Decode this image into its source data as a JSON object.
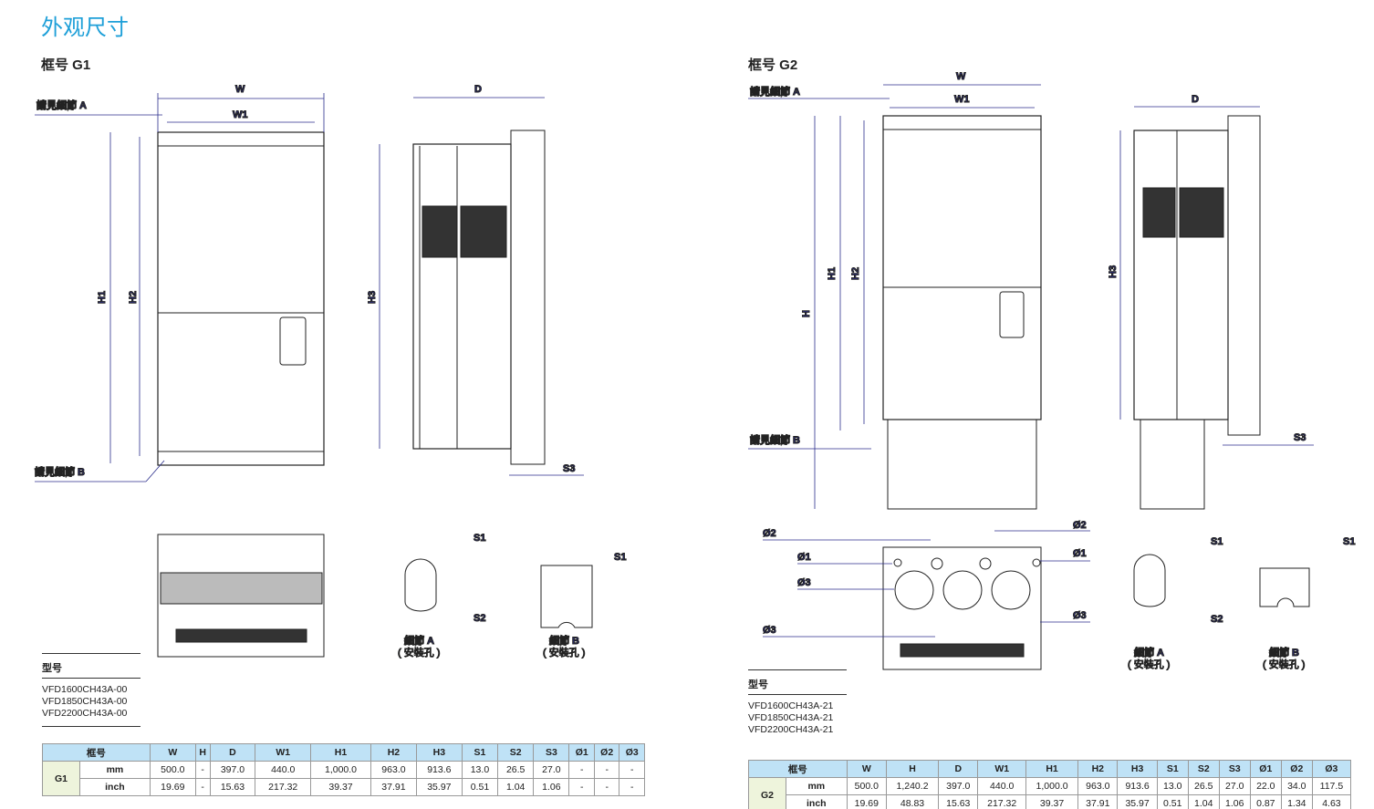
{
  "page_title": "外观尺寸",
  "g1": {
    "frame_title": "框号 G1",
    "labels": {
      "W": "W",
      "W1": "W1",
      "D": "D",
      "H1": "H1",
      "H2": "H2",
      "H3": "H3",
      "S1": "S1",
      "S2": "S2",
      "S3": "S3",
      "detailA_ref": "請見細節 A",
      "detailB_ref": "請見細節 B",
      "detailA": "細節 A",
      "detailA_sub": "( 安裝孔 )",
      "detailB": "細節 B",
      "detailB_sub": "( 安裝孔 )"
    },
    "model_header": "型号",
    "models": [
      "VFD1600CH43A-00",
      "VFD1850CH43A-00",
      "VFD2200CH43A-00"
    ],
    "table": {
      "headers": [
        "框号",
        "W",
        "H",
        "D",
        "W1",
        "H1",
        "H2",
        "H3",
        "S1",
        "S2",
        "S3",
        "Ø1",
        "Ø2",
        "Ø3"
      ],
      "frame": "G1",
      "rows": [
        {
          "unit": "mm",
          "values": [
            "500.0",
            "-",
            "397.0",
            "440.0",
            "1,000.0",
            "963.0",
            "913.6",
            "13.0",
            "26.5",
            "27.0",
            "-",
            "-",
            "-"
          ]
        },
        {
          "unit": "inch",
          "values": [
            "19.69",
            "-",
            "15.63",
            "217.32",
            "39.37",
            "37.91",
            "35.97",
            "0.51",
            "1.04",
            "1.06",
            "-",
            "-",
            "-"
          ]
        }
      ]
    }
  },
  "g2": {
    "frame_title": "框号 G2",
    "labels": {
      "W": "W",
      "W1": "W1",
      "D": "D",
      "H": "H",
      "H1": "H1",
      "H2": "H2",
      "H3": "H3",
      "S1": "S1",
      "S2": "S2",
      "S3": "S3",
      "O1": "Ø1",
      "O2": "Ø2",
      "O3": "Ø3",
      "detailA_ref": "請見細節 A",
      "detailB_ref": "請見細節 B",
      "detailA": "細節 A",
      "detailA_sub": "( 安裝孔 )",
      "detailB": "細節 B",
      "detailB_sub": "( 安裝孔 )"
    },
    "model_header": "型号",
    "models": [
      "VFD1600CH43A-21",
      "VFD1850CH43A-21",
      "VFD2200CH43A-21"
    ],
    "table": {
      "headers": [
        "框号",
        "W",
        "H",
        "D",
        "W1",
        "H1",
        "H2",
        "H3",
        "S1",
        "S2",
        "S3",
        "Ø1",
        "Ø2",
        "Ø3"
      ],
      "frame": "G2",
      "rows": [
        {
          "unit": "mm",
          "values": [
            "500.0",
            "1,240.2",
            "397.0",
            "440.0",
            "1,000.0",
            "963.0",
            "913.6",
            "13.0",
            "26.5",
            "27.0",
            "22.0",
            "34.0",
            "117.5"
          ]
        },
        {
          "unit": "inch",
          "values": [
            "19.69",
            "48.83",
            "15.63",
            "217.32",
            "39.37",
            "37.91",
            "35.97",
            "0.51",
            "1.04",
            "1.06",
            "0.87",
            "1.34",
            "4.63"
          ]
        }
      ]
    }
  }
}
